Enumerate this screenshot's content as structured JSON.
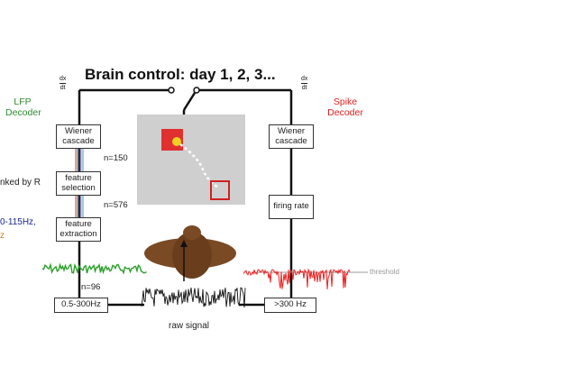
{
  "title": "Brain control: day 1, 2, 3...",
  "derivative": {
    "numerator": "dx",
    "denominator": "dt"
  },
  "lfp_decoder": {
    "line1": "LFP",
    "line2": "Decoder",
    "color": "#2e8b2e"
  },
  "spike_decoder": {
    "line1": "Spike",
    "line2": "Decoder",
    "color": "#e02020"
  },
  "left_partial": {
    "ranked": "nked by R",
    "freq": "0-115Hz,",
    "freq_color": "#1a2a8c",
    "z": "z",
    "z_color": "#d08020"
  },
  "left_chain": {
    "wiener": "Wiener cascade",
    "selection": "feature selection",
    "extraction": "feature extraction",
    "band": "0.5-300Hz",
    "n150": "n=150",
    "n576": "n=576",
    "n96": "n=96"
  },
  "right_chain": {
    "wiener": "Wiener cascade",
    "rate": "firing rate",
    "band": ">300 Hz"
  },
  "threshold": "threshold",
  "raw_signal": "raw signal",
  "colors": {
    "cursor": "#e03030",
    "target": "#d02020",
    "cursor_dot": "#f0d020",
    "screen": "#cfcfcf",
    "monkey": "#7a4a24",
    "lfp_trace": "#2aa02a",
    "spike_trace": "#ee2020",
    "wire": "#111111"
  }
}
